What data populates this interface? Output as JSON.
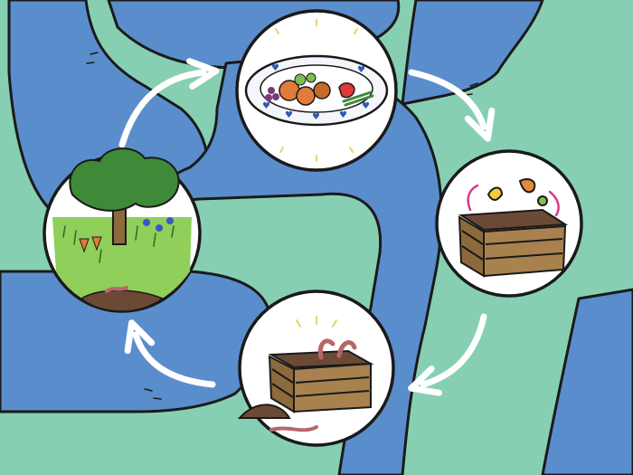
{
  "diagram": {
    "type": "compost-cycle",
    "stages": [
      {
        "id": "food-plate",
        "icon": "food-plate-icon"
      },
      {
        "id": "compost-bin-scraps",
        "icon": "compost-bin-scraps-icon"
      },
      {
        "id": "compost-bin-worms",
        "icon": "compost-bin-worms-icon"
      },
      {
        "id": "garden-tree",
        "icon": "garden-tree-icon"
      }
    ],
    "flow": "clockwise",
    "colors": {
      "background": "#86cfb3",
      "river": "#5a8dcc",
      "outline": "#1a1a1a",
      "circle_fill": "#ffffff",
      "arrow": "#ffffff",
      "crate": "#a8814f",
      "soil": "#6b4a35",
      "grass": "#7cc04d",
      "tree_canopy": "#3f8a38"
    }
  }
}
